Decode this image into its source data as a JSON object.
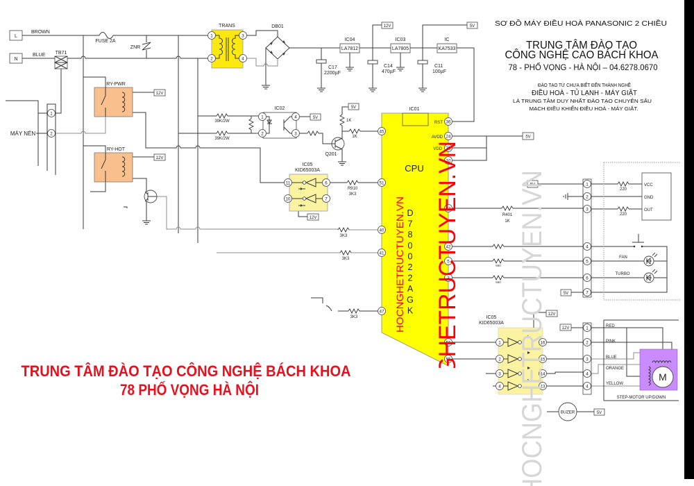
{
  "title_block": {
    "heading": "SƠ ĐỒ MÁY ĐIỀU HOÀ PANASONIC 2 CHIỀU",
    "org_line1": "TRUNG TÂM ĐÀO TẠO",
    "org_line2": "CÔNG NGHỆ CAO BÁCH KHOA",
    "address": "78 - PHỐ VỌNG - HÀ NỘI – 04.6278.0670",
    "tagline1": "ĐÀO TẠO TỪ CHƯA BIẾT ĐẾN THÀNH NGHỀ",
    "tagline2": "ĐIỀU HOÀ - TỦ LẠNH - MÁY GIẶT",
    "tagline3": "LÀ TRUNG TÂM DUY NHẤT ĐÀO TẠO CHUYÊN SÂU",
    "tagline4": "MẠCH ĐIỀU KHIỂN ĐIỀU HOÀ - MÁY GIẶT."
  },
  "footer_banner": {
    "line1": "TRUNG TÂM ĐÀO TẠO CÔNG NGHỆ BÁCH KHOA",
    "line2": "78 PHỐ VỌNG HÀ NỘI"
  },
  "watermark_text": "HOCNGHETRUCTUYEN.VN",
  "colors": {
    "relay": "#f9bf8c",
    "transformer": "#fde910",
    "cpu_body": "#ffff00",
    "driver_ic": "#fbf3a0",
    "motor": "#c98bff",
    "watermark_red": "#ff0000",
    "watermark_gray": "#d6d6d6",
    "banner_red": "#e8101c"
  },
  "power_input": {
    "line_terminal": "L",
    "neutral_terminal": "N",
    "line_wire": "BROWN",
    "neutral_wire": "BLUE",
    "terminal_block": "TB71",
    "fuse": "FUSE 2A",
    "varistor": "ZNR"
  },
  "transformer": {
    "label": "TRANS",
    "pins": [
      "1",
      "2",
      "3",
      "4"
    ]
  },
  "bridge_rectifier": {
    "label": "DB01"
  },
  "regulators": [
    {
      "ref": "IC04",
      "part": "LA7812"
    },
    {
      "ref": "IC03",
      "part": "LA7805"
    },
    {
      "ref": "IC",
      "part": "KA7533"
    }
  ],
  "capacitors": [
    {
      "ref": "C17",
      "value": "2200µF"
    },
    {
      "ref": "C14",
      "value": "470µF"
    },
    {
      "ref": "C11",
      "value": "100µF"
    }
  ],
  "rails": {
    "v12": "12V",
    "v5": "5V"
  },
  "relays": [
    {
      "label": "RY-PWR"
    },
    {
      "label": "RY-HOT"
    }
  ],
  "compressor": {
    "label": "MÁY NÉN",
    "pins": [
      "1",
      "2"
    ]
  },
  "optocoupler": {
    "ref": "IC02",
    "pins": [
      "1",
      "2",
      "4",
      "3"
    ],
    "input_resistor_value": "39K/2W"
  },
  "transistor_q201": {
    "ref": "Q201",
    "pullup_value": "1K",
    "series_value": "1K"
  },
  "driver_ic_top": {
    "ref": "IC05",
    "part": "KID65003A",
    "pins": [
      "11",
      "10",
      "6",
      "7"
    ],
    "resistor_ref": "R910",
    "resistor_value": "3K3"
  },
  "input_resistor_value": "3K3",
  "cpu": {
    "ref": "IC01",
    "label": "CPU",
    "part": "D780022AGK",
    "pins_right": [
      {
        "name": "RST",
        "num": "36"
      },
      {
        "name": "AVDD",
        "num": "24"
      },
      {
        "name": "VDD",
        "num": "35"
      },
      {
        "name": "",
        "num": "10"
      },
      {
        "num": "43"
      },
      {
        "num": "42"
      },
      {
        "num": "5"
      },
      {
        "num": "3"
      },
      {
        "num": "56"
      },
      {
        "num": "55"
      }
    ],
    "pins_left": [
      "45",
      "51",
      "40",
      "41",
      "47"
    ]
  },
  "display_board": {
    "connector_pins": [
      "1",
      "2",
      "3",
      "4",
      "5",
      "6",
      "7"
    ],
    "resistor_ref": "R401",
    "resistor_value": "1K",
    "sensor_resistor_value": "220",
    "sensor_pins": [
      "VCC",
      "GND",
      "OUT"
    ],
    "led_resistor_value": "560",
    "leds": [
      "FAN",
      "TURBO"
    ]
  },
  "driver_ic_bottom": {
    "ref": "IC05",
    "part": "KID65003A",
    "in_pins": [
      "1",
      "2",
      "3",
      "4"
    ],
    "out_pins": [
      "16",
      "15",
      "14",
      "13"
    ]
  },
  "step_motor": {
    "connector_pins": [
      "1",
      "2",
      "3",
      "4",
      "4"
    ],
    "wires": [
      "RED",
      "PINK",
      "BLUE",
      "ORANGE",
      "YELLOW"
    ],
    "symbol": "M",
    "label": "STEP-MOTOR UP/DOWN"
  },
  "buzzer": {
    "label": "BUZER"
  }
}
